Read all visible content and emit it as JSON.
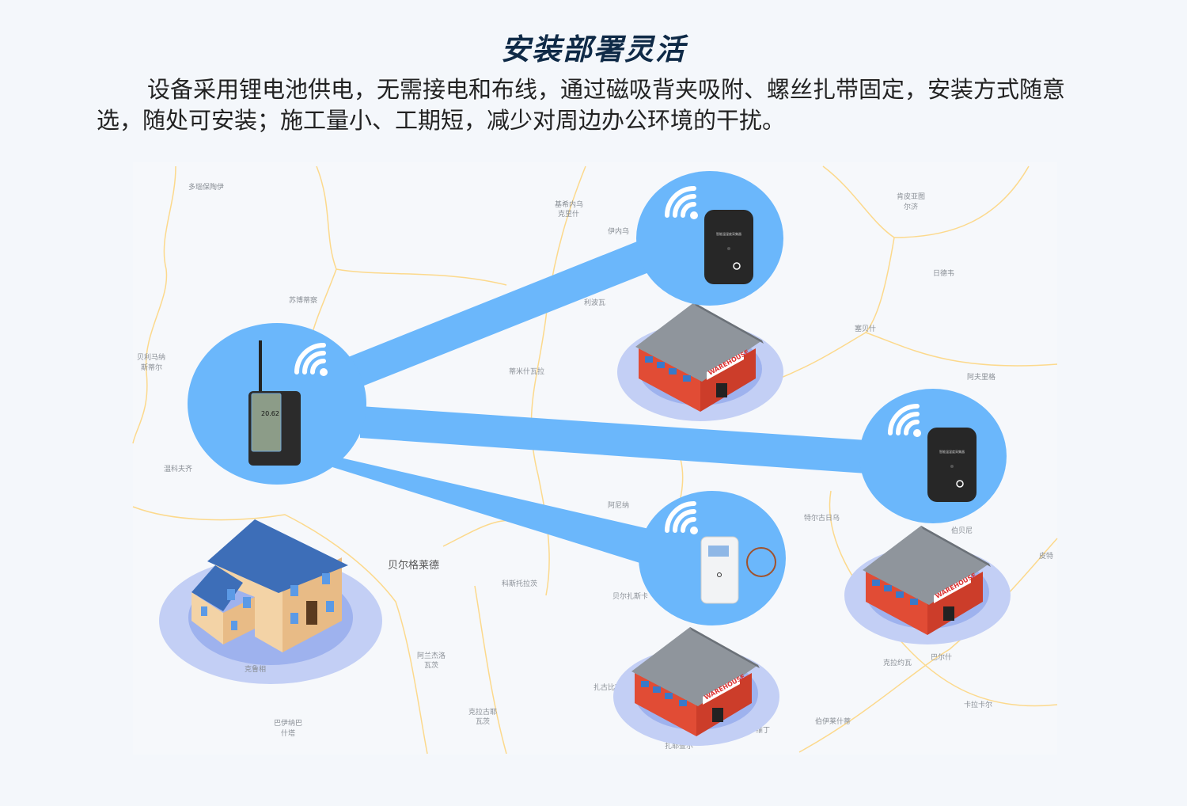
{
  "header": {
    "title": "安装部署灵活",
    "description": "设备采用锂电池供电，无需接电和布线，通过磁吸背夹吸附、螺丝扎带固定，安装方式随意选，随处可安装；施工量小、工期短，减少对周边办公环境的干扰。"
  },
  "colors": {
    "accent": "#6bb7fb",
    "halo": "#c3cff5",
    "halo_inner": "#9eb2ee",
    "road": "#fcd98c",
    "title": "#0f2a47"
  },
  "map_labels": [
    "多瑙保陶伊",
    "基希内乌",
    "克里什",
    "伊内乌",
    "苏博蒂察",
    "利波瓦",
    "贝利马纳",
    "斯蒂尔",
    "蒂米什瓦拉",
    "温科夫齐",
    "肯皮亚图",
    "尔济",
    "日德韦",
    "塞贝什",
    "阿夫里格",
    "阿尼纳",
    "特尔古日乌",
    "伯贝尼",
    "贝尔格莱德",
    "科斯托拉茨",
    "贝尔扎斯卡",
    "克鲁相",
    "阿兰杰洛",
    "瓦茨",
    "扎古比察",
    "克拉约瓦",
    "巴尔什",
    "卡拉卡尔",
    "巴伊纳巴",
    "什塔",
    "克拉古耶",
    "瓦茨",
    "维丁",
    "伯伊莱什蒂",
    "扎耶查尔",
    "皮特"
  ],
  "devices": {
    "gateway_reading": "20.62",
    "sensor_label": "智能温湿度采集器",
    "warehouse_sign": "WAREHOUSE",
    "icons": [
      "wifi-icon",
      "power-icon"
    ]
  }
}
